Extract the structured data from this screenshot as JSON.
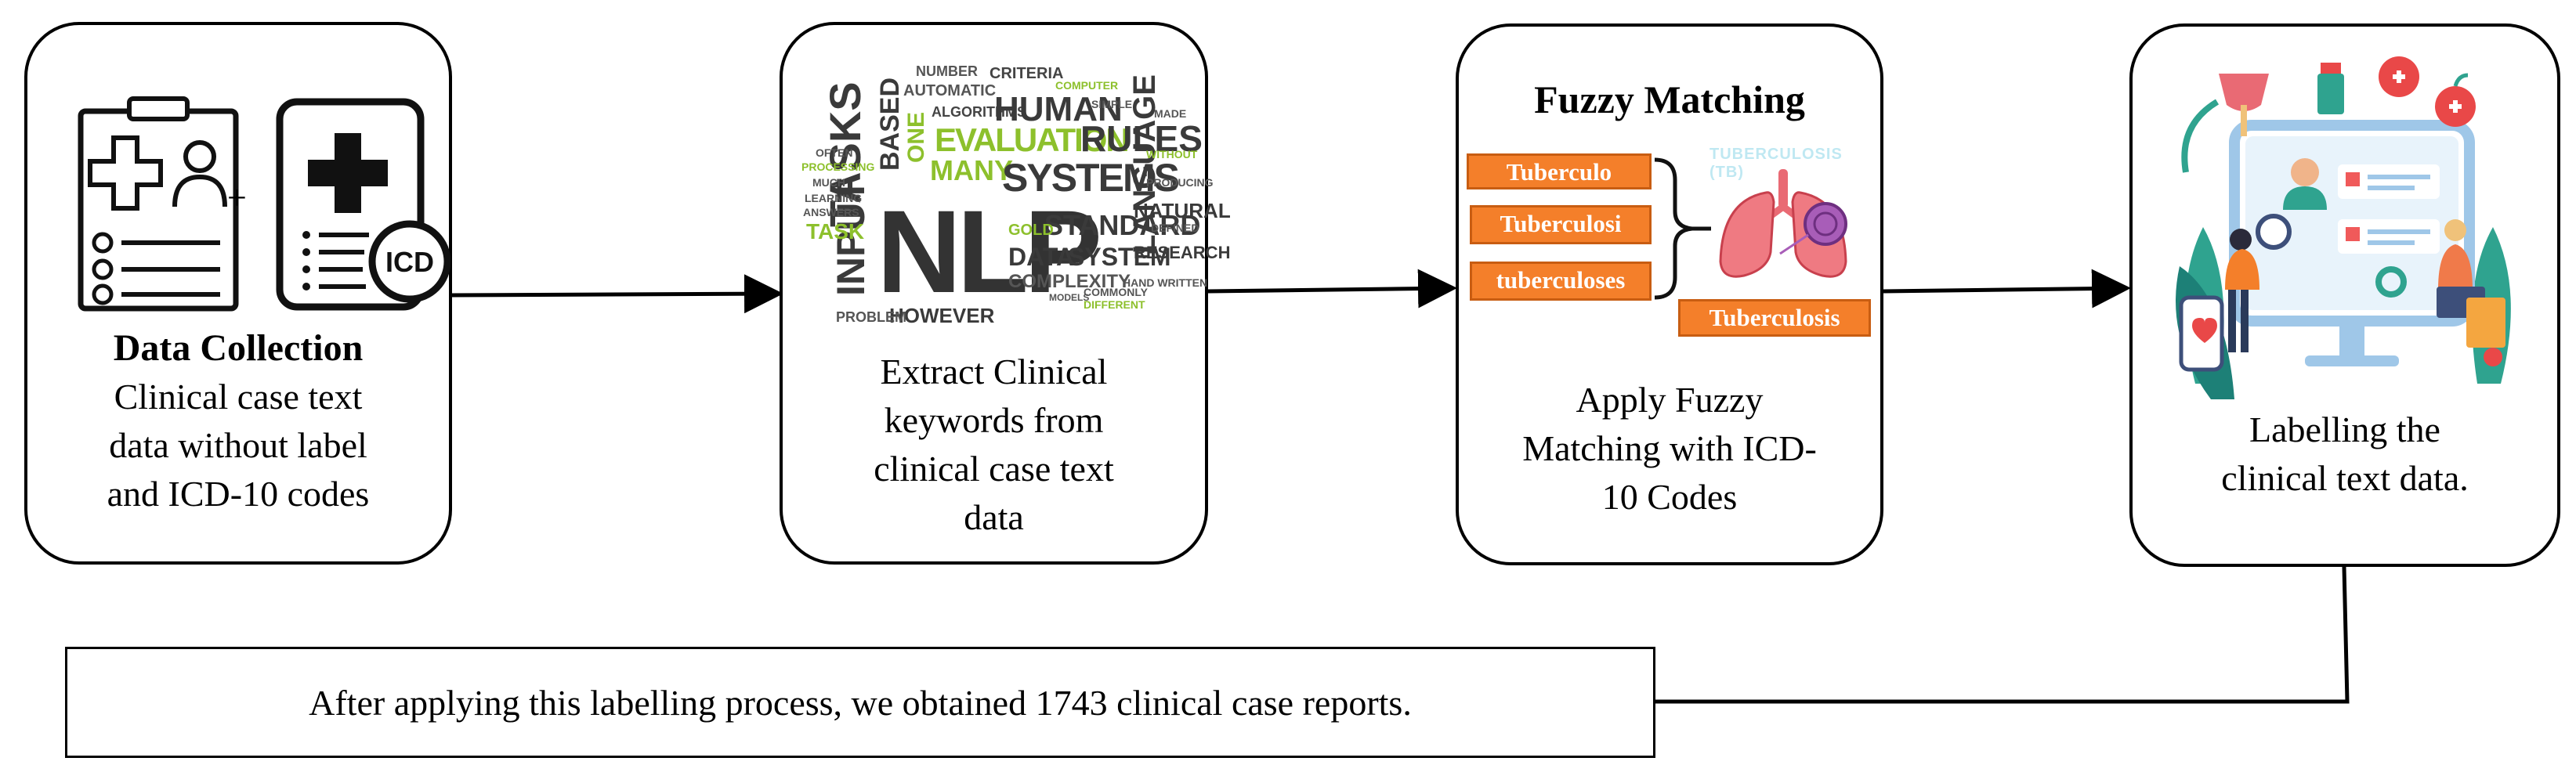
{
  "steps": {
    "collection": {
      "title": "Data Collection",
      "lines": [
        "Clinical case text",
        "data without label",
        "and ICD-10 codes"
      ],
      "plus": "+",
      "icd_badge": "ICD"
    },
    "extract": {
      "lines": [
        "Extract Clinical",
        "keywords from",
        "clinical case text",
        "data"
      ]
    },
    "fuzzy": {
      "title": "Fuzzy Matching",
      "variants": [
        "Tuberculo",
        "Tuberculosi",
        "tuberculoses"
      ],
      "ghost_label": "TUBERCULOSIS (TB)",
      "result": "Tuberculosis",
      "lines": [
        "Apply Fuzzy",
        "Matching with ICD-",
        "10 Codes"
      ]
    },
    "labelling": {
      "lines": [
        "Labelling the",
        "clinical text data."
      ]
    }
  },
  "summary": "After applying this labelling process, we obtained 1743 clinical case reports.",
  "word_cloud": {
    "words": [
      "NUMBER",
      "CRITERIA",
      "AUTOMATIC",
      "COMPUTER",
      "ALGORITHMS",
      "HUMAN",
      "BASED",
      "ONE",
      "EVALUATION",
      "RULES",
      "LANGUAGE",
      "TASKS",
      "MANY",
      "SYSTEMS",
      "NATURAL",
      "INPUT",
      "TASK",
      "NLP",
      "STANDARD",
      "GOLD",
      "DATA",
      "SYSTEM",
      "RESEARCH",
      "COMPLEXITY",
      "HOWEVER",
      "PROBLEM",
      "PRODUCING",
      "DEFINED",
      "COMMONLY",
      "DIFFERENT",
      "MODELS",
      "PROCESSING",
      "LEARNING",
      "OFTEN",
      "ANSWERS",
      "MUCH",
      "SIMPLE",
      "MADE",
      "WITHOUT",
      "HAND WRITTEN"
    ]
  },
  "colors": {
    "accent_green": "#8dc02c",
    "chip_orange": "#f47f2a",
    "text_gray": "#3a3a3a"
  }
}
